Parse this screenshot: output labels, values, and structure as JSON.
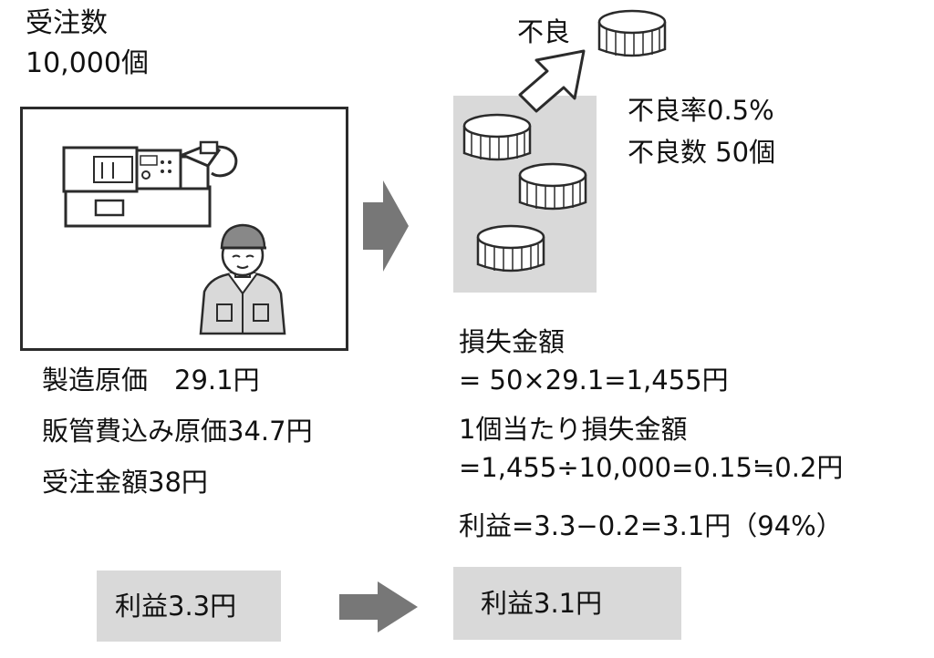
{
  "order": {
    "label": "受注数",
    "quantity": "10,000個"
  },
  "costs": {
    "manufacturing": "製造原価　29.1円",
    "including_sga": "販管費込み原価34.7円",
    "order_amount": "受注金額38円"
  },
  "defect": {
    "label": "不良",
    "rate": "不良率0.5%",
    "count": "不良数 50個"
  },
  "loss": {
    "label": "損失金額",
    "formula": "= 50×29.1=1,455円",
    "per_unit_label": "1個当たり損失金額",
    "per_unit_formula": "=1,455÷10,000=0.15≒0.2円",
    "profit_formula": "利益=3.3−0.2=3.1円（94%）"
  },
  "profit_before": "利益3.3円",
  "profit_after": "利益3.1円",
  "colors": {
    "gray_panel": "#d9d9d9",
    "arrow": "#777777",
    "line": "#2b2b2b"
  }
}
